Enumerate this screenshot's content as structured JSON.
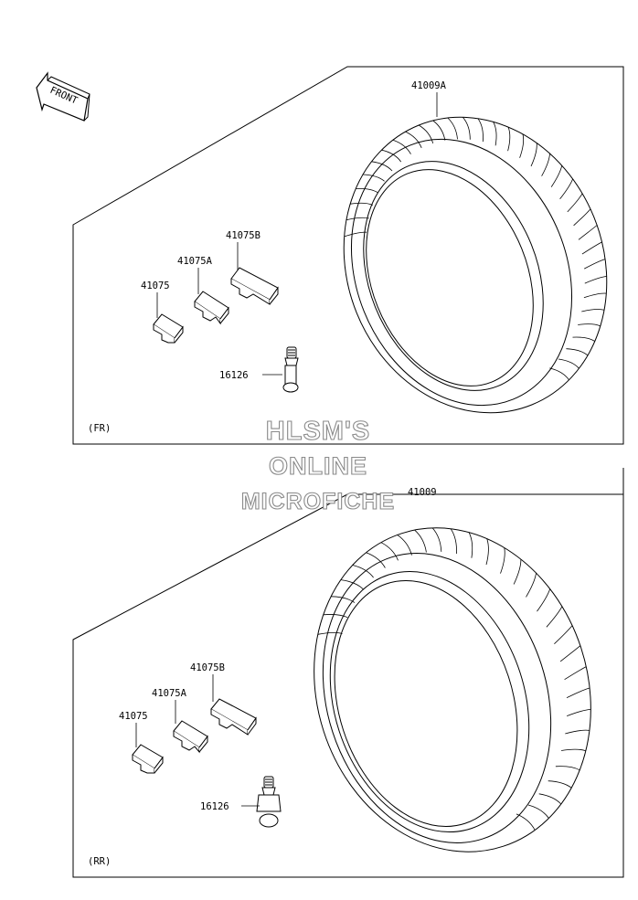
{
  "front_arrow": {
    "label": "FRONT"
  },
  "front_section": {
    "tag": "(FR)",
    "parts": {
      "tire": "41009A",
      "weight_b": "41075B",
      "weight_a": "41075A",
      "weight": "41075",
      "valve": "16126"
    }
  },
  "rear_section": {
    "tag": "(RR)",
    "parts": {
      "tire": "41009",
      "weight_b": "41075B",
      "weight_a": "41075A",
      "weight": "41075",
      "valve": "16126"
    }
  },
  "watermark": {
    "line1": "HLSM'S",
    "line2": "ONLINE",
    "line3": "MICROFICHE"
  }
}
